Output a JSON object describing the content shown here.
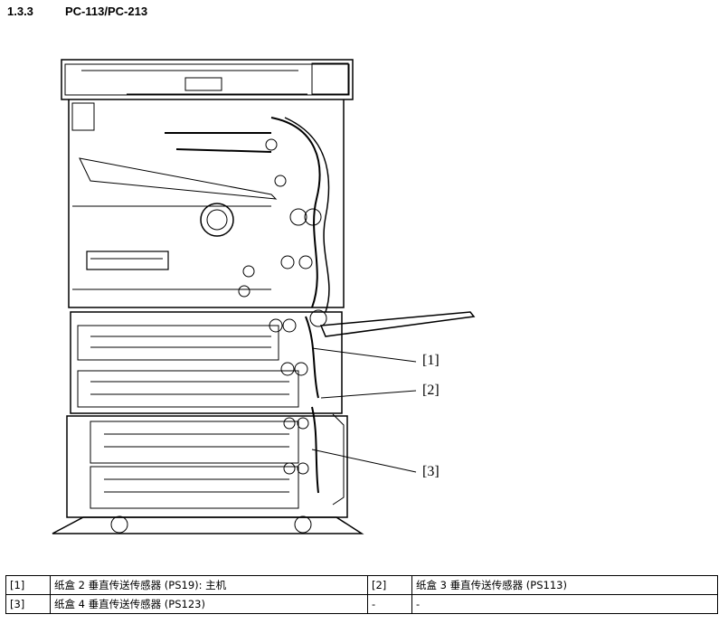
{
  "heading": {
    "number": "1.3.3",
    "title": "PC-113/PC-213"
  },
  "callouts": [
    "[1]",
    "[2]",
    "[3]"
  ],
  "legend": [
    [
      {
        "index": "[1]",
        "description": "纸盒 2 垂直传送传感器 (PS19): 主机"
      },
      {
        "index": "[2]",
        "description": "纸盒 3 垂直传送传感器 (PS113)"
      }
    ],
    [
      {
        "index": "[3]",
        "description": "纸盒 4 垂直传送传感器 (PS123)"
      },
      {
        "index": "-",
        "description": "-"
      }
    ]
  ]
}
